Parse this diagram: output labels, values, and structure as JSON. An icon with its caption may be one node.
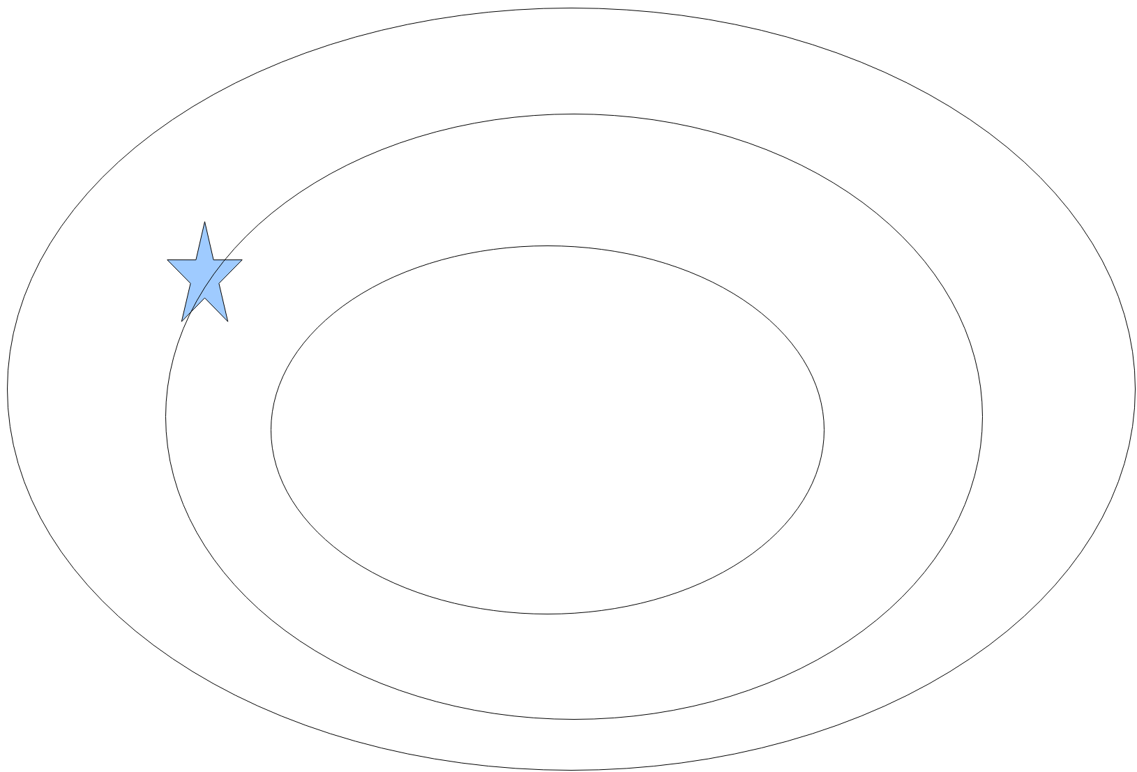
{
  "diagram": {
    "nodes": [
      {
        "text": [],
        "shape": "ellipse"
      },
      {
        "text": [],
        "shape": "ellipse",
        "in": 0
      },
      {
        "text": [],
        "shape": "ellipse",
        "in": 1
      },
      {
        "text": [],
        "shape": "star",
        "in": 0
      }
    ]
  }
}
